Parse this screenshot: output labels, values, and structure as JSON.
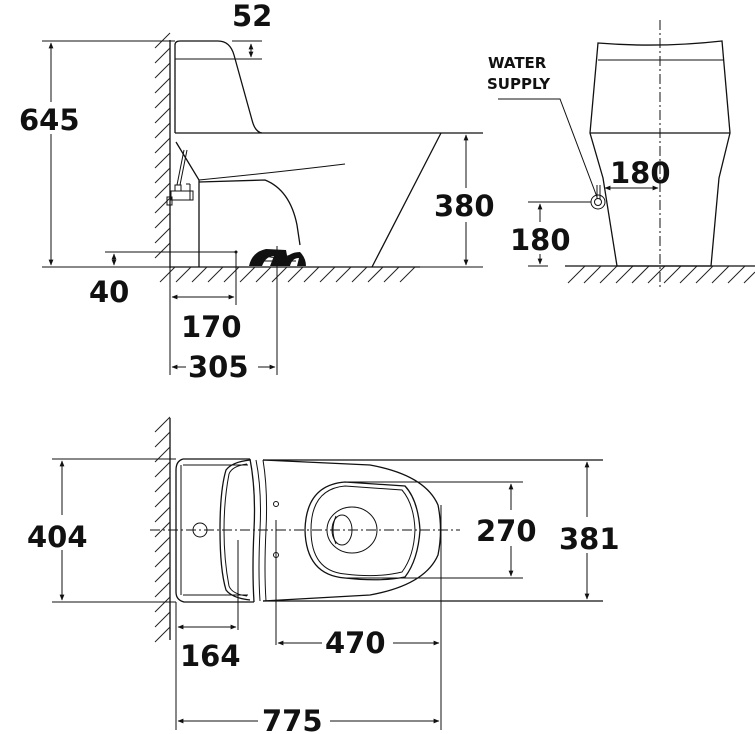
{
  "drawing": {
    "title": "One-piece toilet dimension drawing",
    "units": "mm",
    "line_color": "#111111",
    "background": "#ffffff"
  },
  "side_view": {
    "dimensions": {
      "total_height": "645",
      "tank_lid_height": "52",
      "seat_height": "380",
      "supply_height": "40",
      "supply_offset": "170",
      "rough_in": "305"
    }
  },
  "front_view": {
    "callout": {
      "line1": "WATER",
      "line2": "SUPPLY"
    },
    "dimensions": {
      "supply_from_center": "180",
      "supply_height": "180"
    }
  },
  "plan_view": {
    "dimensions": {
      "tank_width": "404",
      "bowl_inner_width": "270",
      "bowl_outer_width": "381",
      "tank_depth": "164",
      "bowl_length": "470",
      "total_length": "775"
    }
  }
}
